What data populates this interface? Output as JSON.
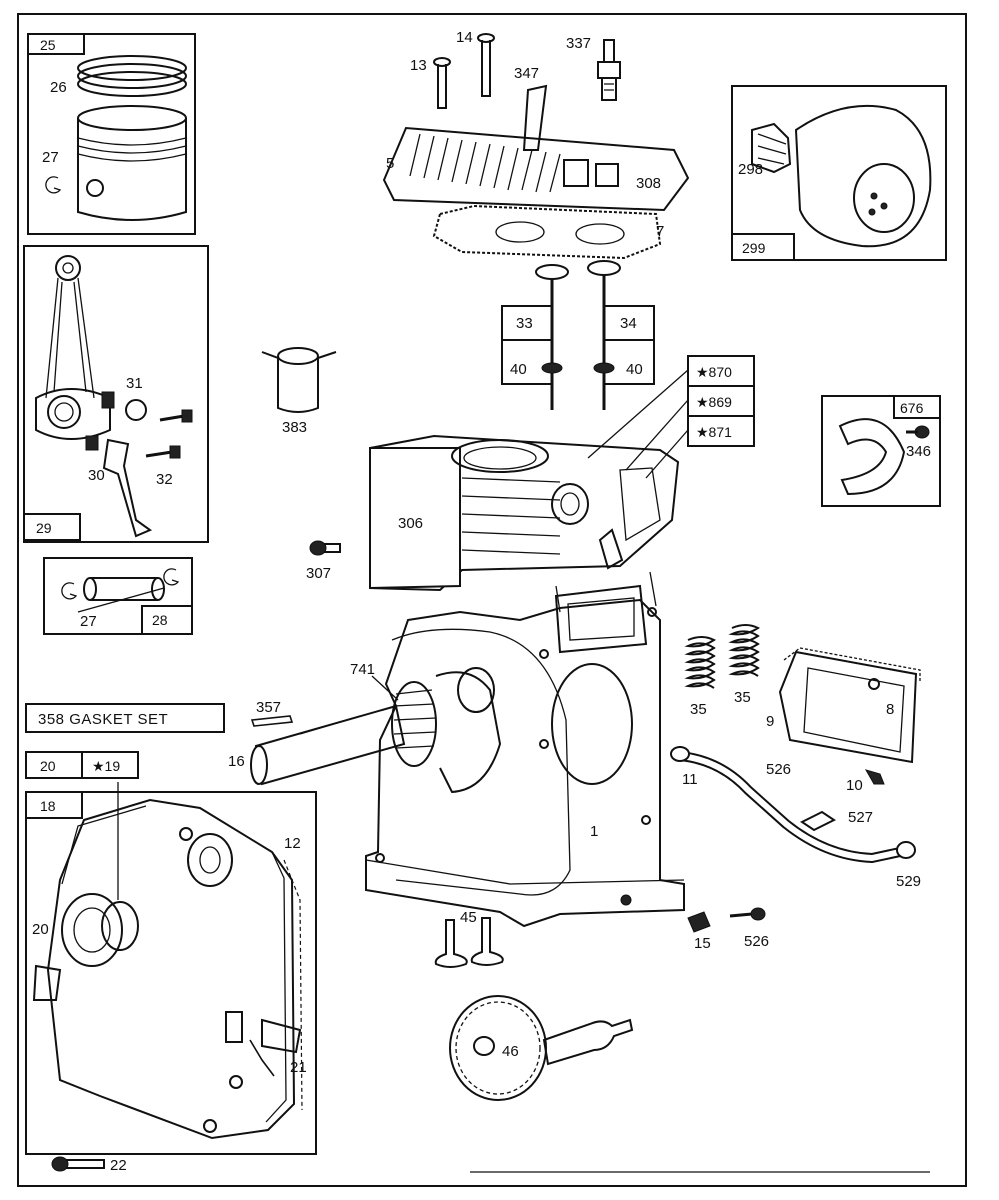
{
  "callouts": {
    "c25": "25",
    "c26": "26",
    "c27a": "27",
    "c29": "29",
    "c31": "31",
    "c30": "30",
    "c32": "32",
    "c27b": "27",
    "c28": "28",
    "c358": "358 GASKET SET",
    "c20box": "20",
    "c19": "★19",
    "c18": "18",
    "c20": "20",
    "c12": "12",
    "c21": "21",
    "c22": "22",
    "c13": "13",
    "c14": "14",
    "c337": "337",
    "c347": "347",
    "c5": "5",
    "c308": "308",
    "c7": "7",
    "c33": "33",
    "c34": "34",
    "c40a": "40",
    "c40b": "40",
    "c383": "383",
    "c307": "307",
    "c306": "306",
    "c870": "★870",
    "c869": "★869",
    "c871": "★871",
    "c298": "298",
    "c299": "299",
    "c676": "676",
    "c346": "346",
    "c741": "741",
    "c357": "357",
    "c16": "16",
    "c1": "1",
    "c35a": "35",
    "c35b": "35",
    "c8": "8",
    "c9": "9",
    "c10": "10",
    "c11": "11",
    "c526a": "526",
    "c527": "527",
    "c529": "529",
    "c45": "45",
    "c15": "15",
    "c526b": "526",
    "c46": "46"
  }
}
